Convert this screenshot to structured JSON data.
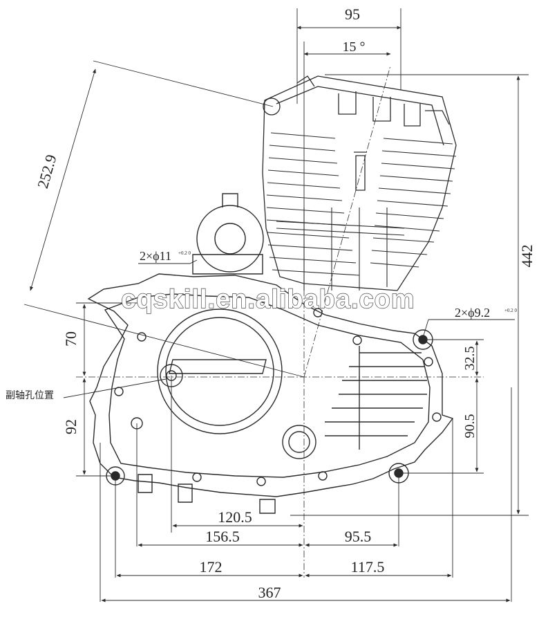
{
  "dimensions": {
    "d95_top": "95",
    "angle": "15 °",
    "d252": "252.9",
    "d442": "442",
    "d70": "70",
    "d92": "92",
    "d32": "32.5",
    "d90": "90.5",
    "d120": "120.5",
    "d156": "156.5",
    "d95_bottom": "95.5",
    "d172": "172",
    "d117": "117.5",
    "d367": "367"
  },
  "callouts": {
    "hole_left": "2×ϕ11",
    "hole_left_tol": "+0.2 0",
    "hole_right": "2×ϕ9.2",
    "hole_right_tol": "+0.2 0",
    "shaft_note": "副轴孔位置"
  },
  "watermark": "cqskill.en.alibaba.com",
  "colors": {
    "line": "#2a2a2a",
    "background": "#ffffff",
    "watermark_fill": "#ffffff",
    "watermark_stroke": "#4a4a4a"
  }
}
